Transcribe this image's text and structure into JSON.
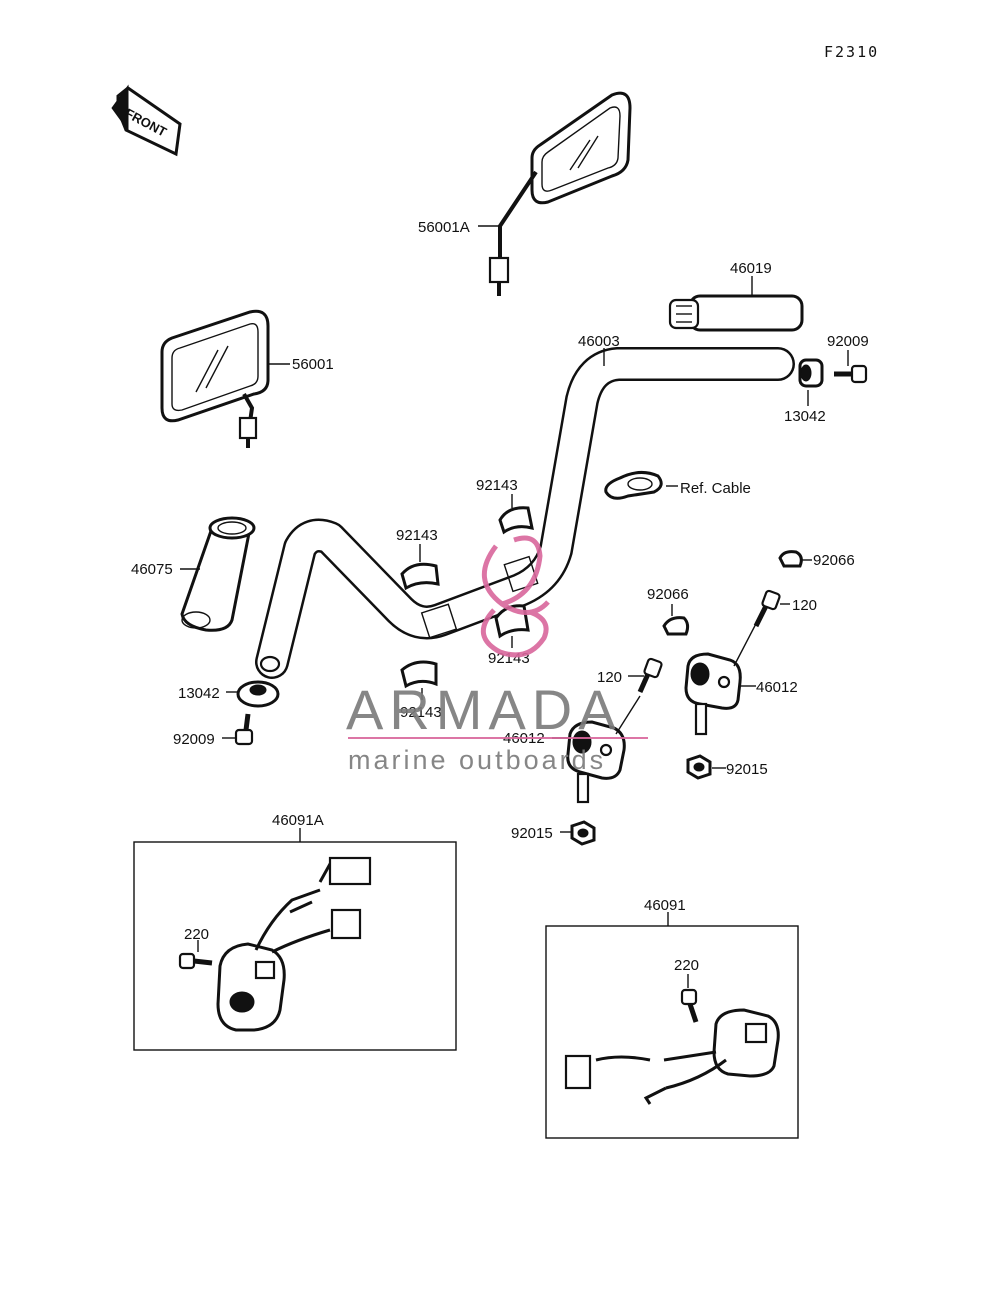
{
  "figure_code": "F2310",
  "direction_label": "FRONT",
  "parts": {
    "mirror_right": "56001A",
    "mirror_left": "56001",
    "grip_right": "46019",
    "handlebar": "46003",
    "bolt_right": "92009",
    "weight_right": "13042",
    "cable_ref": "Ref. Cable",
    "shim_a": "92143",
    "shim_b": "92143",
    "shim_c": "92143",
    "shim_d": "92143",
    "grip_left": "46075",
    "cap_upper": "92066",
    "cap_lower": "92066",
    "bolt_120_upper": "120",
    "bolt_120_lower": "120",
    "holder_upper": "46012",
    "holder_lower": "46012",
    "weight_left": "13042",
    "bolt_left": "92009",
    "nut_upper": "92015",
    "nut_lower": "92015",
    "switch_left_assy": "46091A",
    "screw_left": "220",
    "switch_right_assy": "46091",
    "screw_right": "220"
  },
  "watermark": {
    "brand": "ARMADA",
    "tagline": "marine outboards",
    "accent_color": "#d9679c",
    "text_color": "#7a7a7a"
  }
}
